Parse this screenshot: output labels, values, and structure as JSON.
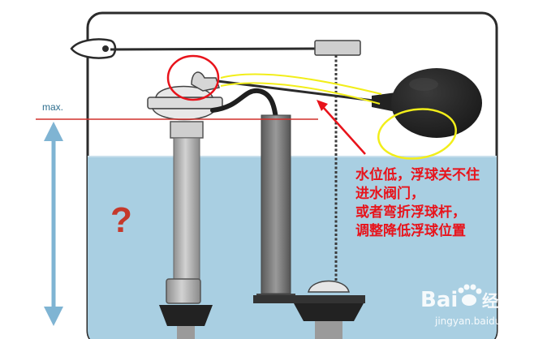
{
  "labels": {
    "max": "max.",
    "question": "?"
  },
  "annotation": {
    "lines": [
      "水位低，浮球关不住",
      "进水阀门，",
      "或者弯折浮球杆，",
      "调整降低浮球位置"
    ]
  },
  "watermark": {
    "brand_latin": "Bai",
    "brand_cn": "经验",
    "url": "jingyan.baidu.com"
  },
  "colors": {
    "water": "#a9cfe2",
    "tank_outline": "#2b2b2b",
    "annotation_red": "#e8131b",
    "highlight_yellow": "#f2ee1a",
    "max_line": "#d0302c",
    "arrow_blue": "#7fb4d3"
  }
}
